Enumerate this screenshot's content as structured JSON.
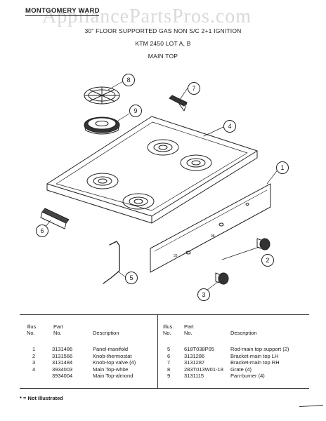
{
  "header": {
    "brand": "MONTGOMERY WARD",
    "watermark": "AppliancePartsPros.com",
    "title": "30\" FLOOR SUPPORTED GAS NON S/C 2+1 IGNITION",
    "model": "KTM 2450 LOT A, B",
    "section": "MAIN TOP"
  },
  "callouts": [
    "1",
    "2",
    "3",
    "4",
    "5",
    "6",
    "7",
    "8",
    "9"
  ],
  "table": {
    "headers": {
      "illus_no": "Illus. No.",
      "part_no": "Part No.",
      "description": "Description"
    },
    "left": [
      {
        "illus": "1",
        "part": "3131486",
        "desc": "Panel-manifold"
      },
      {
        "illus": "2",
        "part": "3131566",
        "desc": "Knob-thermostat"
      },
      {
        "illus": "3",
        "part": "3131484",
        "desc": "Knob-top valve (4)"
      },
      {
        "illus": "4",
        "part": "3934003",
        "desc": "Main Top-white"
      },
      {
        "illus": "",
        "part": "3934004",
        "desc": "Main Top-almond"
      }
    ],
    "right": [
      {
        "illus": "5",
        "part": "618T038P05",
        "desc": "Rod-main top support (2)"
      },
      {
        "illus": "6",
        "part": "3131286",
        "desc": "Bracket-main top LH"
      },
      {
        "illus": "7",
        "part": "3131287",
        "desc": "Bracket-main top RH"
      },
      {
        "illus": "8",
        "part": "283T013W01-18",
        "desc": "Grate (4)"
      },
      {
        "illus": "9",
        "part": "3131115",
        "desc": "Pan-burner (4)"
      }
    ]
  },
  "footnote": "* = Not Illustrated"
}
